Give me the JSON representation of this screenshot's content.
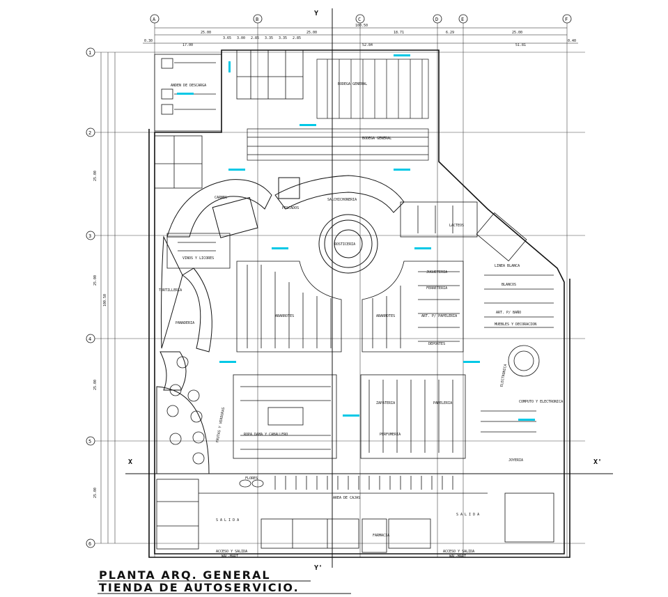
{
  "title": {
    "line1": "PLANTA ARQ. GENERAL",
    "line2": "TIENDA DE AUTOSERVICIO."
  },
  "axes": {
    "y": "Y",
    "y2": "Y'",
    "x": "X",
    "x2": "X'"
  },
  "col_grid": [
    "A",
    "B",
    "C",
    "D",
    "E",
    "F"
  ],
  "row_grid": [
    "1",
    "2",
    "3",
    "4",
    "5",
    "6"
  ],
  "dims_top_row1": [
    "25.00",
    "3.65",
    "3.00",
    "2.85",
    "3.35",
    "3.35",
    "2.85",
    "25.00",
    "18.71",
    "6.29",
    "25.00"
  ],
  "dims_top_row2": [
    "0.30",
    "17.00",
    "52.84",
    "51.81",
    "0.40"
  ],
  "dims_top_total": "100.50",
  "dims_left": [
    "25.00",
    "25.00",
    "25.00",
    "25.00",
    "100.50"
  ],
  "labels": {
    "bodega1": "BODEGA GENERAL",
    "bodega2": "BODEGA GENERAL",
    "andenes": "ANDEN DE DESCARGA",
    "carnes": "CARNES",
    "pescados": "PESCADOS",
    "salchichoneria": "SALCHICHONERIA",
    "rosticeria": "ROSTICERIA",
    "vinos": "VINOS Y LICORES",
    "abarrotes1": "ABARROTES",
    "abarrotes2": "ABARROTES",
    "juguetes": "JUGUETERIA",
    "ferreteria": "FERRETERIA",
    "papeleria1": "ART. P/ PAPELERIA",
    "papeleria2": "PAPELERIA",
    "deportes": "DEPORTES",
    "lineablanca": "LINEA BLANCA",
    "blancos": "BLANCOS",
    "artelectricos": "ART. P/ BAÑO",
    "muebles": "MUEBLES Y DECORACION",
    "electronica": "ELECTRONICA",
    "computo": "COMPUTO Y ELECTRONICA",
    "ropa": "ROPA DAMA Y CABALLERO",
    "zapateria": "ZAPATERIA",
    "perfumeria": "PERFUMERIA",
    "joyeria": "JOYERIA",
    "panaderia": "PANADERIA",
    "frutas": "FRUTAS Y VERDURAS",
    "lacteos": "LACTEOS",
    "flores": "FLORES",
    "cajas": "AREA DE CAJAS",
    "acceso1a": "ACCESO Y SALIDA",
    "acceso1b": "WAL-MART",
    "acceso2a": "ACCESO Y SALIDA",
    "acceso2b": "WAL-MART",
    "farmacia": "FARMACIA",
    "tortilleria": "TORTILLERIA",
    "salida1": "S A L I D A",
    "salida2": "S A L I D A"
  }
}
